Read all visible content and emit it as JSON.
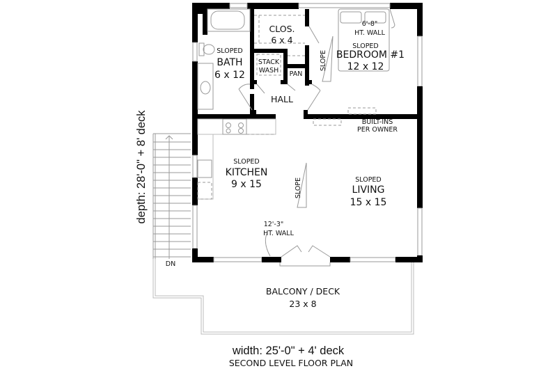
{
  "plan": {
    "title": "SECOND LEVEL FLOOR PLAN",
    "width_label": "width: 25'-0\" + 4' deck",
    "depth_label": "depth: 28'-0\" + 8' deck"
  },
  "rooms": {
    "bath": {
      "prefix": "SLOPED",
      "name": "BATH",
      "size": "6 x 12"
    },
    "closet": {
      "name": "CLOS.",
      "size": "6 x 4"
    },
    "stack_wash": {
      "line1": "STACK",
      "line2": "WASH"
    },
    "pantry": {
      "name": "PAN"
    },
    "hall": {
      "name": "HALL"
    },
    "bedroom": {
      "prefix": "SLOPED",
      "name": "BEDROOM #1",
      "size": "12 x 12"
    },
    "kitchen": {
      "prefix": "SLOPED",
      "name": "KITCHEN",
      "size": "9 x 15"
    },
    "living": {
      "prefix": "SLOPED",
      "name": "LIVING",
      "size": "15 x 15"
    },
    "balcony": {
      "name": "BALCONY / DECK",
      "size": "23 x 8"
    }
  },
  "annotations": {
    "bedroom_wall_height": "6'-8\"",
    "bedroom_wall_label": "HT. WALL",
    "living_wall_height": "12'-3\"",
    "living_wall_label": "HT. WALL",
    "builtins_line1": "BUILT-INS",
    "builtins_line2": "PER OWNER",
    "slope_upper": "SLOPE",
    "slope_lower": "SLOPE",
    "stair_direction": "DN"
  }
}
